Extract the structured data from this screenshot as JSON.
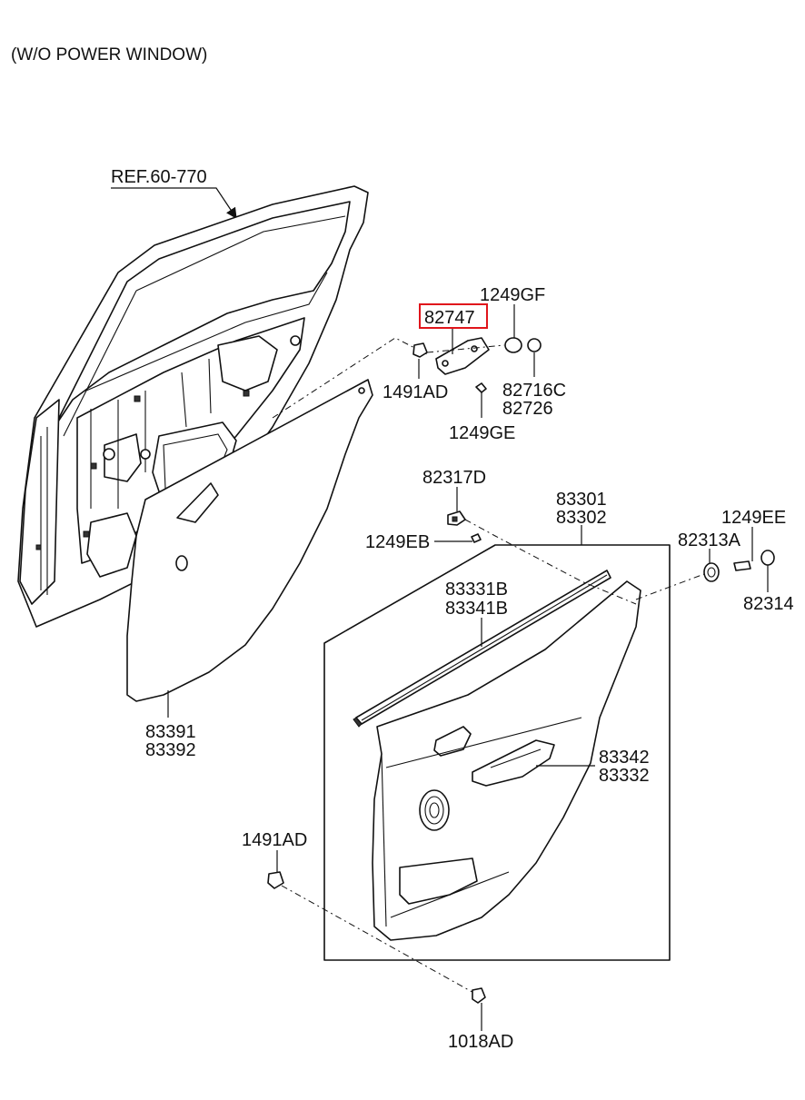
{
  "header": {
    "subtitle": "(W/O POWER WINDOW)"
  },
  "reference": {
    "label": "REF.60-770"
  },
  "colors": {
    "highlight": "#e0151b",
    "line": "#111111"
  },
  "callouts": {
    "c_82747": "82747",
    "c_1249GF": "1249GF",
    "c_1491AD_top": "1491AD",
    "c_82716C": "82716C",
    "c_82726": "82726",
    "c_1249GE": "1249GE",
    "c_82317D": "82317D",
    "c_1249EB": "1249EB",
    "c_83301": "83301",
    "c_83302": "83302",
    "c_1249EE": "1249EE",
    "c_82313A": "82313A",
    "c_82314": "82314",
    "c_83331B": "83331B",
    "c_83341B": "83341B",
    "c_83391": "83391",
    "c_83392": "83392",
    "c_83342": "83342",
    "c_83332": "83332",
    "c_1491AD_bottom": "1491AD",
    "c_1018AD": "1018AD"
  }
}
